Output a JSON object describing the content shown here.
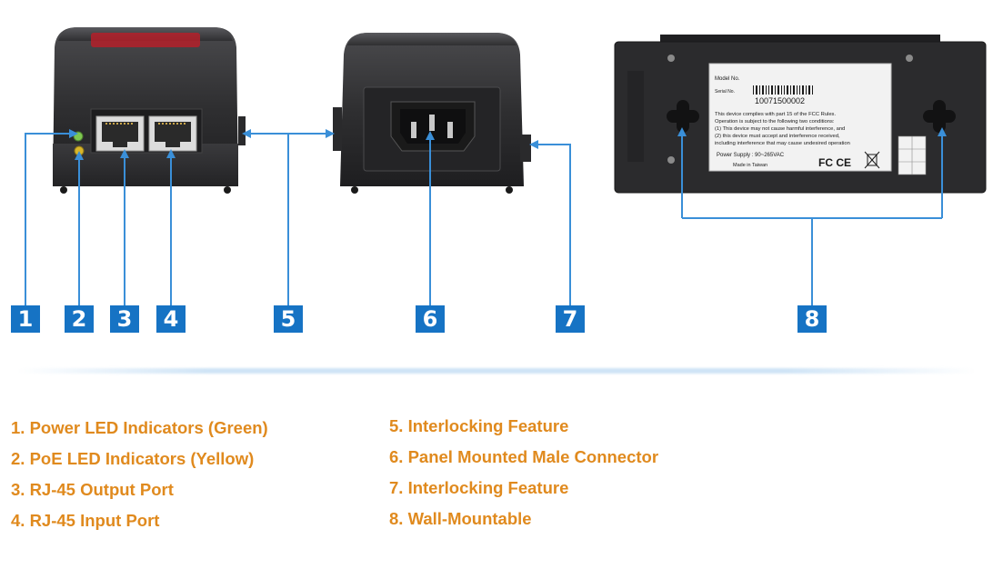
{
  "colors": {
    "badge": "#1673c4",
    "connector_line": "#3a8fd8",
    "legend_text": "#e08a1e",
    "device_body": "#2d2d2f",
    "led_power": "#7ec850",
    "led_poe": "#d7b52a"
  },
  "callouts": [
    {
      "number": "1"
    },
    {
      "number": "2"
    },
    {
      "number": "3"
    },
    {
      "number": "4"
    },
    {
      "number": "5"
    },
    {
      "number": "6"
    },
    {
      "number": "7"
    },
    {
      "number": "8"
    }
  ],
  "legend": {
    "left": [
      "1. Power LED Indicators (Green)",
      "2. PoE LED Indicators (Yellow)",
      "3. RJ-45 Output Port",
      "4. RJ-45 Input Port"
    ],
    "right": [
      "5. Interlocking Feature",
      "6. Panel Mounted Male Connector",
      "7. Interlocking Feature",
      "8. Wall-Mountable"
    ]
  },
  "device_label": {
    "model_no": "Model No.",
    "serial_no": "Serial No.",
    "serial_value": "10071500002",
    "fcc_line1": "This device complies with part 15 of the FCC Rules.",
    "fcc_line2": "Operation is subject to the following two conditions:",
    "fcc_line3": "(1) This device may not cause harmful interference, and",
    "fcc_line4": "(2) this device must accept and interference received,",
    "fcc_line5": "including interference that may cause undesired operation",
    "power_supply": "Power Supply : 90~265VAC",
    "made_in": "Made in Taiwan",
    "marks": "FC CE"
  }
}
